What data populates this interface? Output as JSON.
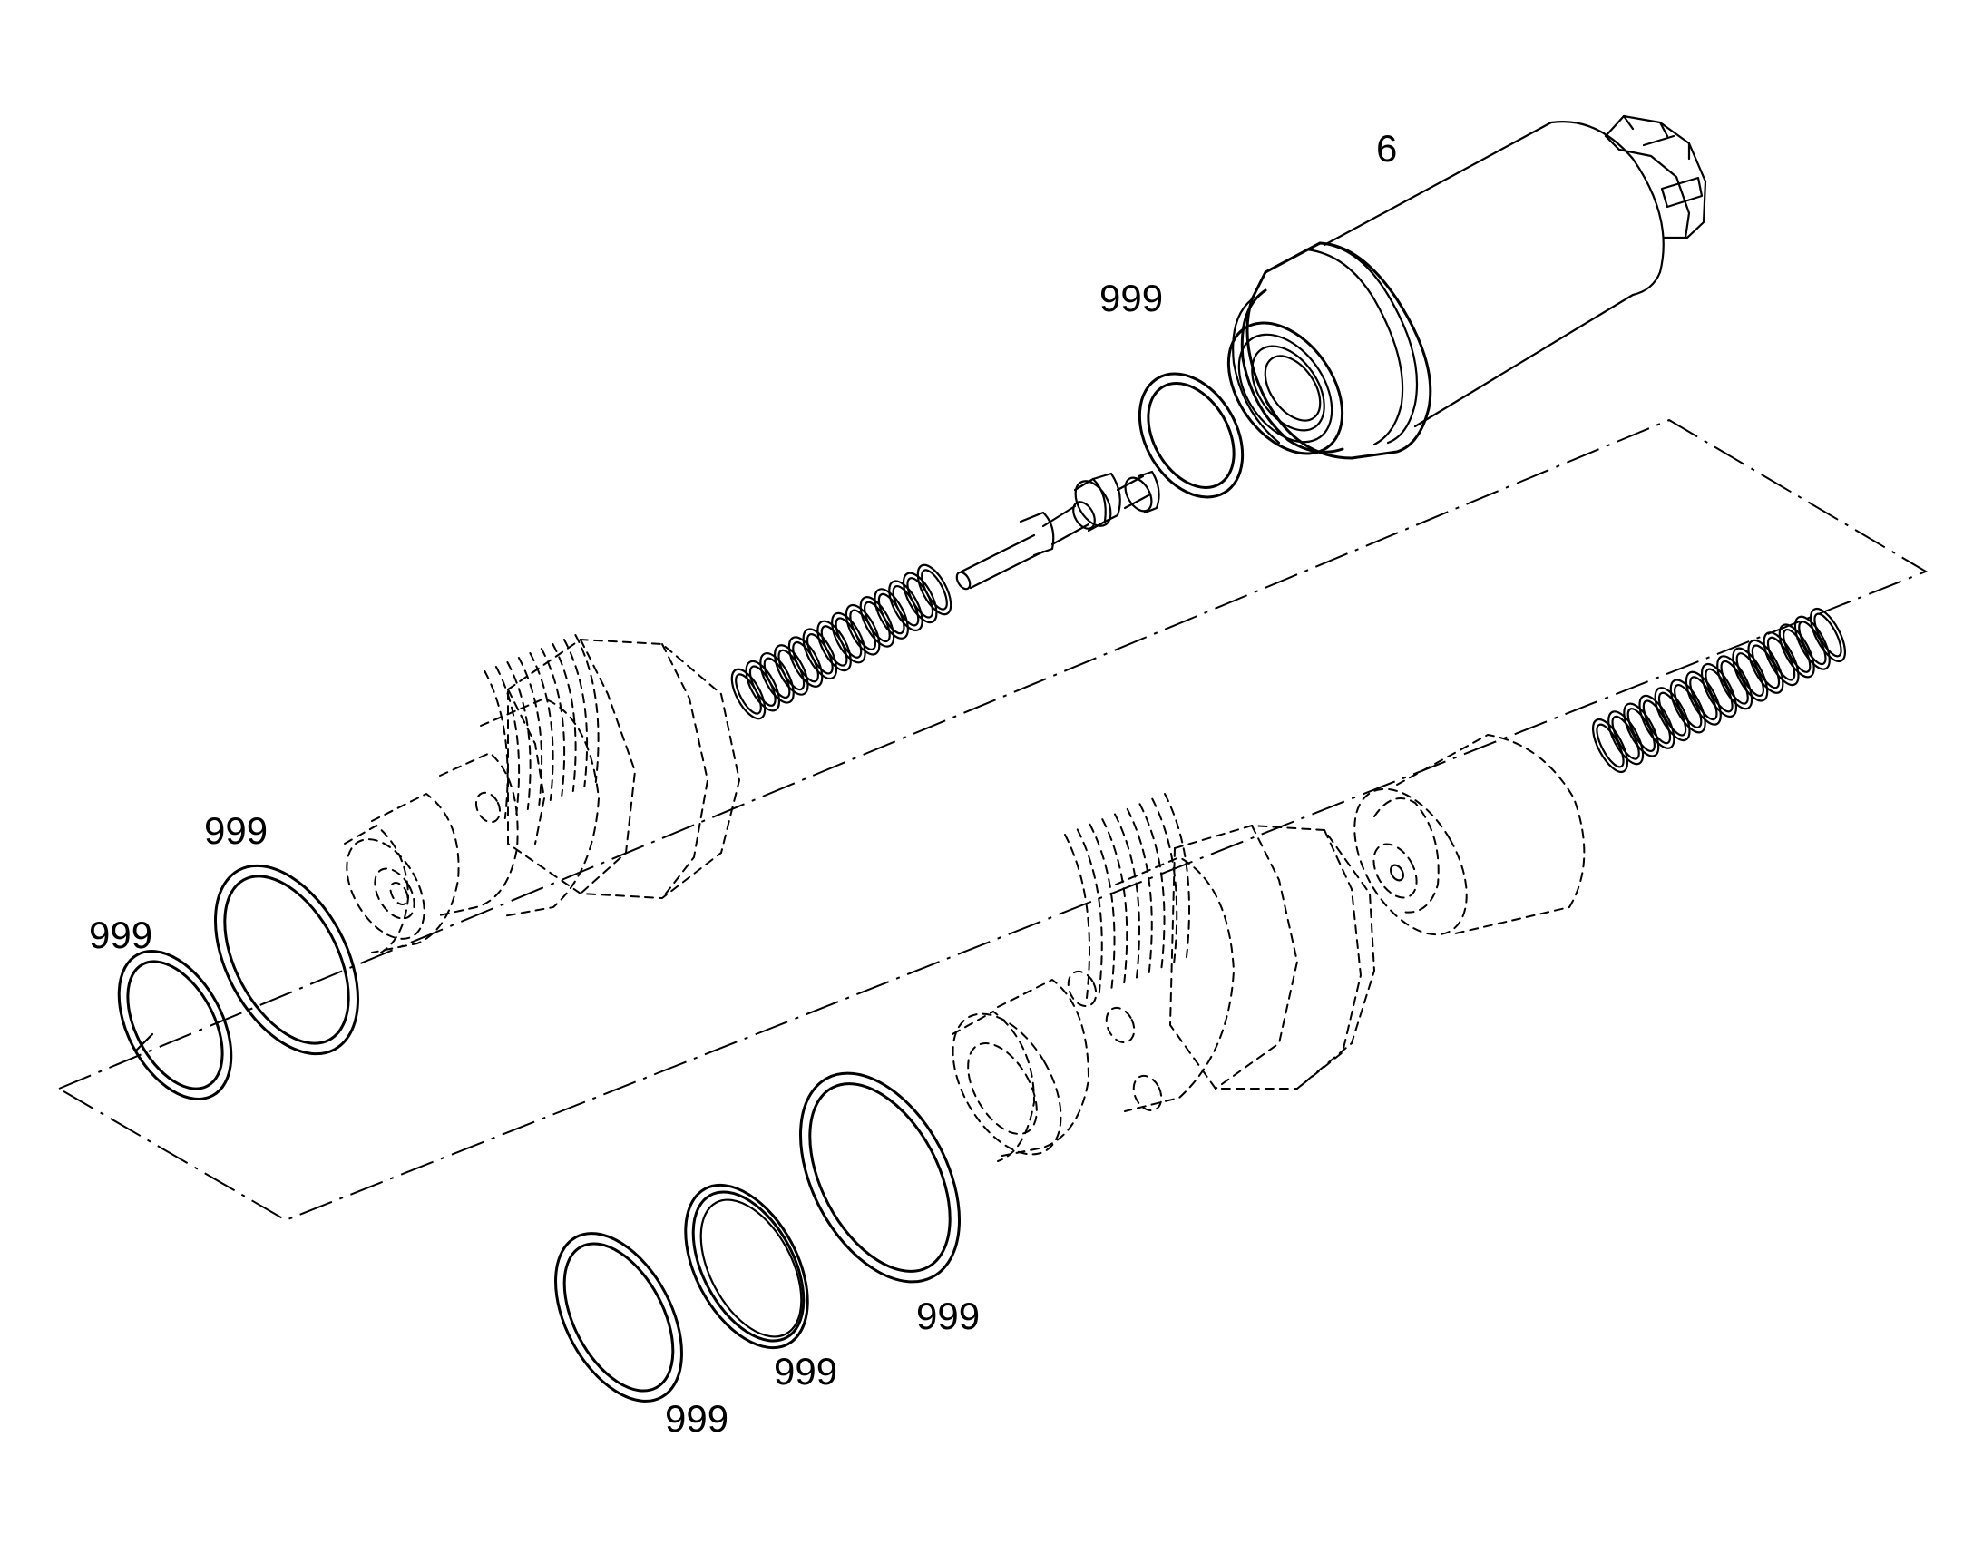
{
  "callouts": {
    "sensor": "6",
    "sensor_seal": "999",
    "left_ring_large": "999",
    "left_ring_small": "999",
    "right_ring_large": "999",
    "right_ring_middle": "999",
    "right_ring_small": "999"
  },
  "colors": {
    "line": "#000000",
    "background": "#ffffff"
  }
}
